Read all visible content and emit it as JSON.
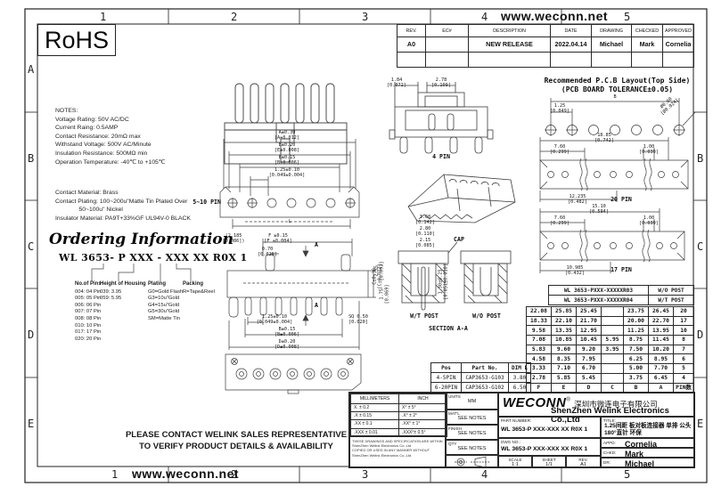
{
  "sheet": {
    "rohs": "RoHS",
    "url_top": "www.weconn.net",
    "url_bottom": "www.weconn.net",
    "zone_columns": [
      "1",
      "2",
      "3",
      "4",
      "5"
    ],
    "zone_rows": [
      "A",
      "B",
      "C",
      "D",
      "E"
    ]
  },
  "revision_table": {
    "headers": [
      "REV.",
      "EC#",
      "DESCRIPTION",
      "DATE",
      "DRAWING",
      "CHECKED",
      "APPROVED"
    ],
    "rows": [
      [
        "A0",
        "",
        "NEW RELEASE",
        "2022.04.14",
        "Michael",
        "Mark",
        "Cornelia"
      ],
      [
        "",
        "",
        "",
        "",
        "",
        "",
        ""
      ]
    ]
  },
  "notes": {
    "lines": [
      "NOTES:",
      "Voltage Rating: 50V AC/DC",
      "Current Raing: 0.5AMP",
      "Contact Resistance: 20mΩ max",
      "Withstand Voltage: 500V AC/Minute",
      "Insulation Resistance: 500MΩ min",
      "Operation Temperature: -40℃ to +105℃"
    ],
    "material_lines": [
      "Contact Material: Brass",
      "Contact Plating: 100~200u\"Matte Tin Plated Over",
      "              50~100u\" Nickel",
      "Insulator Material: PA9T+33%GF UL94V-0 BLACK"
    ]
  },
  "ordering": {
    "title": "Ordering Information",
    "part_format": "WL 3653- P XXX - XXX XX R0X 1",
    "columns": [
      {
        "header": "No.of Pins",
        "items": [
          "004: 04 Pin",
          "005: 05 Pin",
          "006: 06 Pin",
          "007: 07 Pin",
          "008: 08 Pin",
          "010: 10 Pin",
          "017: 17 Pin",
          "020: 20 Pin"
        ]
      },
      {
        "header": "Height of Housing",
        "items": [
          "039: 3.95",
          "059: 5.95"
        ]
      },
      {
        "header": "Plating",
        "items": [
          "G0=Gold Flash",
          "G3=10u\"Gold",
          "G4=15u\"Gold",
          "G5=30u\"Gold",
          "SM=Matte Tin"
        ]
      },
      {
        "header": "Packing",
        "items": [
          "R=Tape&Reel"
        ]
      }
    ]
  },
  "contact_note": [
    "PLEASE CONTACT WELINK SALES REPRESENTATIVE",
    "TO VERIFY PRODUCT DETAILS & AVAILABILITY"
  ],
  "dims": {
    "front": {
      "a": "A±0.30\n[A±0.012]",
      "e": "E±0.20\n[E±0.008]",
      "b": "B±0.15\n[B±0.006]",
      "pitch": "1.25±0.10\n[0.049±0.004]",
      "l": "L",
      "label": "5~10 PIN"
    },
    "side": {
      "c2185": "(2.185\n[0.086])",
      "f": "F ±0.15\n[F ±0.004]",
      "d070": "0.70\n[0.028]",
      "c": "C±0.30\n[C±0.012]",
      "pitch": "1.25±0.10\n[0.049±0.004]",
      "sq": "SQ 0.50\n[0.020]",
      "b": "B±0.15\n[B±0.006]",
      "d": "D±0.20\n[D±0.008]",
      "a1": "A",
      "a2": "A"
    },
    "pin4": {
      "d184": "1.84\n[0.072]",
      "d278": "2.78\n[0.109]",
      "label": "4 PIN"
    },
    "section": {
      "d360": "3.60\n[0.142]",
      "d280": "2.80\n[0.110]",
      "d215": "2.15\n[0.085]",
      "cap": "CAP",
      "d235": "2.35\n[0.093]",
      "d175": "1.75\n[0.069]",
      "d130": "1.30±0.25\n[0.051±0.010]",
      "wt": "W/T POST",
      "wo": "W/O POST",
      "label": "SECTION A-A"
    },
    "pcb": {
      "title1": "Recommended P.C.B Layout(Top Side)",
      "title2": "(PCB BOARD TOLERANCE±0.05)",
      "b": "B",
      "pitch": "1.25\n[0.049]",
      "hole": "Ø0.60\n[Ø0.024]"
    },
    "pin20": {
      "d1885": "18.85\n[0.742]",
      "d760": "7.60\n[0.299]",
      "d100": "1.00\n[0.039]",
      "d12235": "12.235\n[0.482]",
      "label": "20 PIN"
    },
    "pin17": {
      "d1510": "15.10\n[0.594]",
      "d760": "7.60\n[0.299]",
      "d100": "1.00\n[0.039]",
      "d10985": "10.985\n[0.432]",
      "label": "17 PIN"
    }
  },
  "variant_table": {
    "rows": [
      [
        "WL 3653-PXXX-XXXXXR03",
        "W/O POST"
      ],
      [
        "WL 3653-PXXX-XXXXXR04",
        "W/T POST"
      ]
    ]
  },
  "dim_table": {
    "headers": [
      "F",
      "E",
      "D",
      "C",
      "B",
      "A",
      "PIN数"
    ],
    "rows": [
      [
        "22.08",
        "25.85",
        "25.45",
        "",
        "23.75",
        "26.45",
        "20"
      ],
      [
        "18.33",
        "22.10",
        "21.70",
        "",
        "20.00",
        "22.70",
        "17"
      ],
      [
        "9.58",
        "13.35",
        "12.95",
        "",
        "11.25",
        "13.95",
        "10"
      ],
      [
        "7.08",
        "10.85",
        "10.45",
        "5.95",
        "8.75",
        "11.45",
        "8"
      ],
      [
        "5.83",
        "9.60",
        "9.20",
        "3.95",
        "7.50",
        "10.20",
        "7"
      ],
      [
        "4.58",
        "8.35",
        "7.95",
        "",
        "6.25",
        "8.95",
        "6"
      ],
      [
        "3.33",
        "7.10",
        "6.70",
        "",
        "5.00",
        "7.70",
        "5"
      ],
      [
        "2.78",
        "5.85",
        "5.45",
        "",
        "3.75",
        "6.45",
        "4"
      ]
    ]
  },
  "cap_table": {
    "headers": [
      "Pos",
      "Part No.",
      "DIM L"
    ],
    "rows": [
      [
        "4-5PIN",
        "CAP3653-G103",
        "3.80"
      ],
      [
        "6-20PIN",
        "CAP3653-G102",
        "6.50"
      ]
    ]
  },
  "title_block": {
    "tolerance": {
      "headers": [
        "MILLIMETERS",
        "INCH"
      ],
      "rows": [
        [
          "X.   ± 0.2",
          "X°   ± 5°"
        ],
        [
          ".X   ± 0.15",
          ".X°  ± 2°"
        ],
        [
          ".XX  ± 0.1",
          ".XX° ± 1°"
        ],
        [
          ".XXX ± 0.01",
          ".XXX°± 0.5°"
        ]
      ]
    },
    "disclaimer": [
      "THESE DRAWINGS AND SPECIFICATION ARE WITHIN",
      "ShenZhen Welink Electronics Co.,Ltd",
      "COPIED OR USED IN ANY MANNER WITHOUT",
      "ShenZhen Welink Electronics Co.,Ltd"
    ],
    "units_label": "UNITS",
    "units_value": "MM",
    "matl_label": "MAT'L",
    "matl_value": "SEE NOTES",
    "finish_label": "FINISH",
    "finish_value": "SEE NOTES",
    "qty_label": "QTY",
    "qty_value": "SEE NOTES",
    "logo": "WECONN",
    "reg": "®",
    "company_cn": "深圳市微连电子有限公司",
    "company_en": "ShenZhen Welink Electronics Co.,Ltd",
    "part_number_label": "PART NUMBER:",
    "part_number": "WL 3653-P XXX-XXX XX R0X 1",
    "dwg_no_label": "DWG NO.:",
    "dwg_no": "WL 3653-P XXX-XXX XX R0X 1",
    "scale_label": "SCALE",
    "scale_value": "1:1",
    "sheet_label": "SHEET",
    "sheet_value": "1/1",
    "rev_label": "REV.",
    "rev_value": "A1",
    "title_label": "TITLE:",
    "title_line1": "1.25间距 板对板连接器 单排 公头",
    "title_line2": "180°直针 环保",
    "appd_label": "APPD:",
    "appd_value": "Cornelia",
    "chkd_label": "CHKD:",
    "chkd_value": "Mark",
    "dr_label": "DR:",
    "dr_value": "Michael"
  }
}
